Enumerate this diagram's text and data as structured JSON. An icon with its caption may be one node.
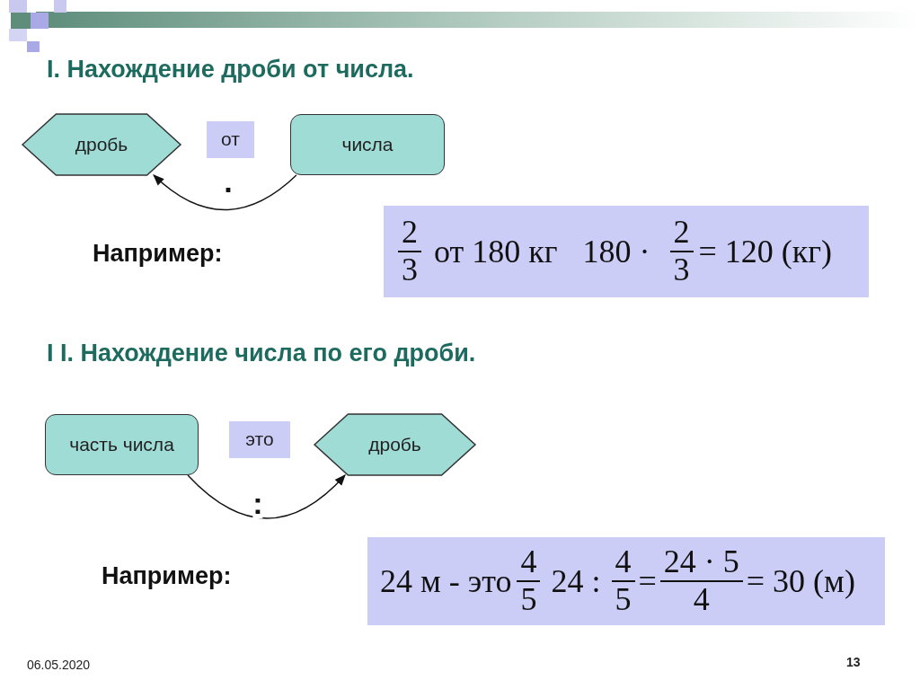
{
  "diagram": {
    "title": "I.  Нахождение дроби от числа.",
    "nodes": [
      {
        "text": [
          "дробь"
        ]
      },
      {
        "text": [
          "от"
        ]
      },
      {
        "text": [
          "числа"
        ]
      },
      {
        "text": [
          "2",
          "3",
          "от 180 кг",
          "180 ·",
          "2",
          "3",
          "= 120 (кг)"
        ]
      },
      {
        "text": [
          "часть числа"
        ]
      },
      {
        "text": [
          "это"
        ]
      },
      {
        "text": [
          "дробь"
        ]
      },
      {
        "text": [
          "24 м - это",
          "4",
          "5",
          "24 :",
          "4",
          "5",
          "=",
          "24 · 5",
          "4",
          "= 30 (м)"
        ]
      }
    ],
    "edges": [
      {
        "from": 2,
        "to": 0,
        "arrow": "to",
        "label": "·"
      },
      {
        "from": 4,
        "to": 6,
        "arrow": "to",
        "label": ":"
      }
    ],
    "labels": [
      "Например:",
      "I I.  Нахождение числа по его дроби.",
      "Например:",
      "06.05.2020",
      "13"
    ]
  }
}
